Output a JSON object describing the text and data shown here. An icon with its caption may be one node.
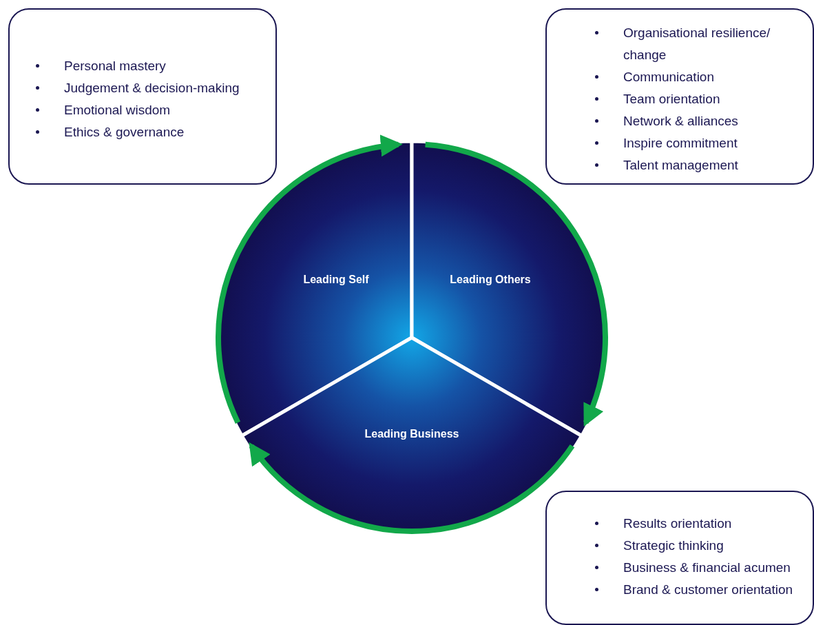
{
  "diagram": {
    "nodes": [
      {
        "text": [
          "Personal mastery",
          "Judgement & decision-making",
          "Emotional wisdom",
          "Ethics & governance"
        ]
      },
      {
        "text": [
          "Organisational resilience/ change",
          "Communication",
          "Team orientation",
          "Network & alliances",
          "Inspire commitment",
          "Talent management"
        ]
      },
      {
        "text": [
          "Leading Self"
        ]
      },
      {
        "text": [
          "Leading Others"
        ]
      },
      {
        "text": [
          "Leading Business"
        ]
      },
      {
        "text": [
          "Results orientation",
          "Strategic thinking",
          "Business & financial acumen",
          "Brand & customer orientation"
        ]
      }
    ],
    "edges": [
      {
        "from": 2,
        "to": 3,
        "arrow": "to"
      },
      {
        "from": 3,
        "to": 4,
        "arrow": "to"
      },
      {
        "from": 4,
        "to": 2,
        "arrow": "to"
      }
    ]
  }
}
